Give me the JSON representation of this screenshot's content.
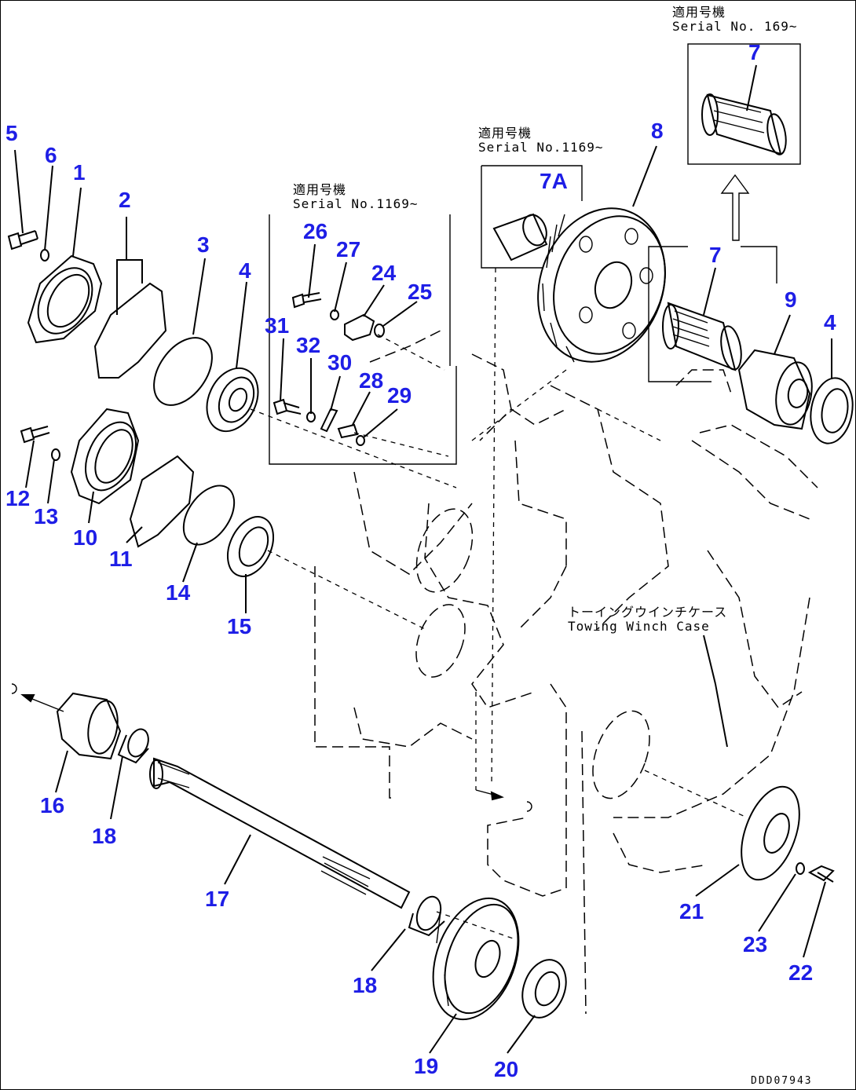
{
  "callouts": [
    {
      "id": "c5",
      "label": "5"
    },
    {
      "id": "c6",
      "label": "6"
    },
    {
      "id": "c1",
      "label": "1"
    },
    {
      "id": "c2",
      "label": "2"
    },
    {
      "id": "c3",
      "label": "3"
    },
    {
      "id": "c4a",
      "label": "4"
    },
    {
      "id": "c26",
      "label": "26"
    },
    {
      "id": "c27",
      "label": "27"
    },
    {
      "id": "c24",
      "label": "24"
    },
    {
      "id": "c25",
      "label": "25"
    },
    {
      "id": "c31",
      "label": "31"
    },
    {
      "id": "c32",
      "label": "32"
    },
    {
      "id": "c30",
      "label": "30"
    },
    {
      "id": "c28",
      "label": "28"
    },
    {
      "id": "c29",
      "label": "29"
    },
    {
      "id": "c7a",
      "label": "7A"
    },
    {
      "id": "c8",
      "label": "8"
    },
    {
      "id": "c7top",
      "label": "7"
    },
    {
      "id": "c7mid",
      "label": "7"
    },
    {
      "id": "c9",
      "label": "9"
    },
    {
      "id": "c4b",
      "label": "4"
    },
    {
      "id": "c12",
      "label": "12"
    },
    {
      "id": "c13",
      "label": "13"
    },
    {
      "id": "c10",
      "label": "10"
    },
    {
      "id": "c11",
      "label": "11"
    },
    {
      "id": "c14",
      "label": "14"
    },
    {
      "id": "c15",
      "label": "15"
    },
    {
      "id": "c16",
      "label": "16"
    },
    {
      "id": "c18a",
      "label": "18"
    },
    {
      "id": "c17",
      "label": "17"
    },
    {
      "id": "c18b",
      "label": "18"
    },
    {
      "id": "c19",
      "label": "19"
    },
    {
      "id": "c20",
      "label": "20"
    },
    {
      "id": "c21",
      "label": "21"
    },
    {
      "id": "c23",
      "label": "23"
    },
    {
      "id": "c22",
      "label": "22"
    }
  ],
  "notes": {
    "serial_top": "適用号機\nSerial No. 169~",
    "serial_mid": "適用号機\nSerial No.1169~",
    "serial_left": "適用号機\nSerial No.1169~",
    "case_label": "トーイングウインチケース\nTowing Winch Case"
  },
  "doc_id": "DDD07943"
}
